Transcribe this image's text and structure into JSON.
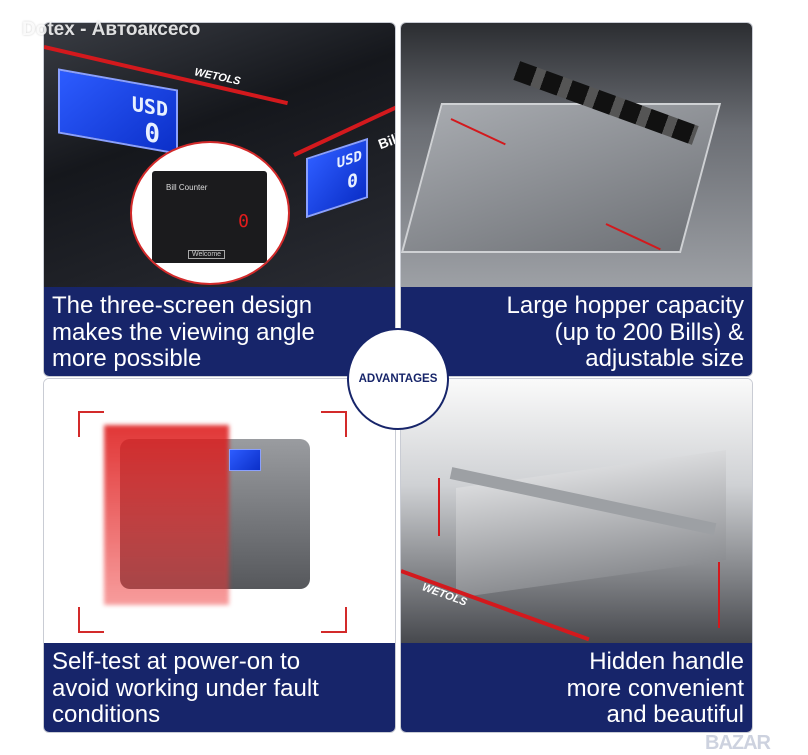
{
  "watermark_top": "Dotex - Автоаксесо",
  "watermark_bottom": "BAZAR",
  "center_badge": "ADVANTAGES",
  "brand": "WETOLS",
  "display": {
    "currency": "USD",
    "count": "0",
    "side_label": "Bill",
    "bill_counter_title": "Bill Counter",
    "bill_counter_value": "0",
    "welcome": "Welcome"
  },
  "panels": [
    {
      "lines": [
        "The three-screen design",
        "makes the viewing angle",
        "more possible"
      ]
    },
    {
      "lines": [
        "Large hopper capacity",
        "(up to 200 Bills) &",
        "adjustable size"
      ]
    },
    {
      "lines": [
        "Self-test at power-on to",
        "avoid working under fault",
        "conditions"
      ]
    },
    {
      "lines": [
        "Hidden handle",
        "more convenient",
        "and beautiful"
      ]
    }
  ],
  "colors": {
    "caption_bg": "#17256a",
    "accent_red": "#d3191d"
  }
}
